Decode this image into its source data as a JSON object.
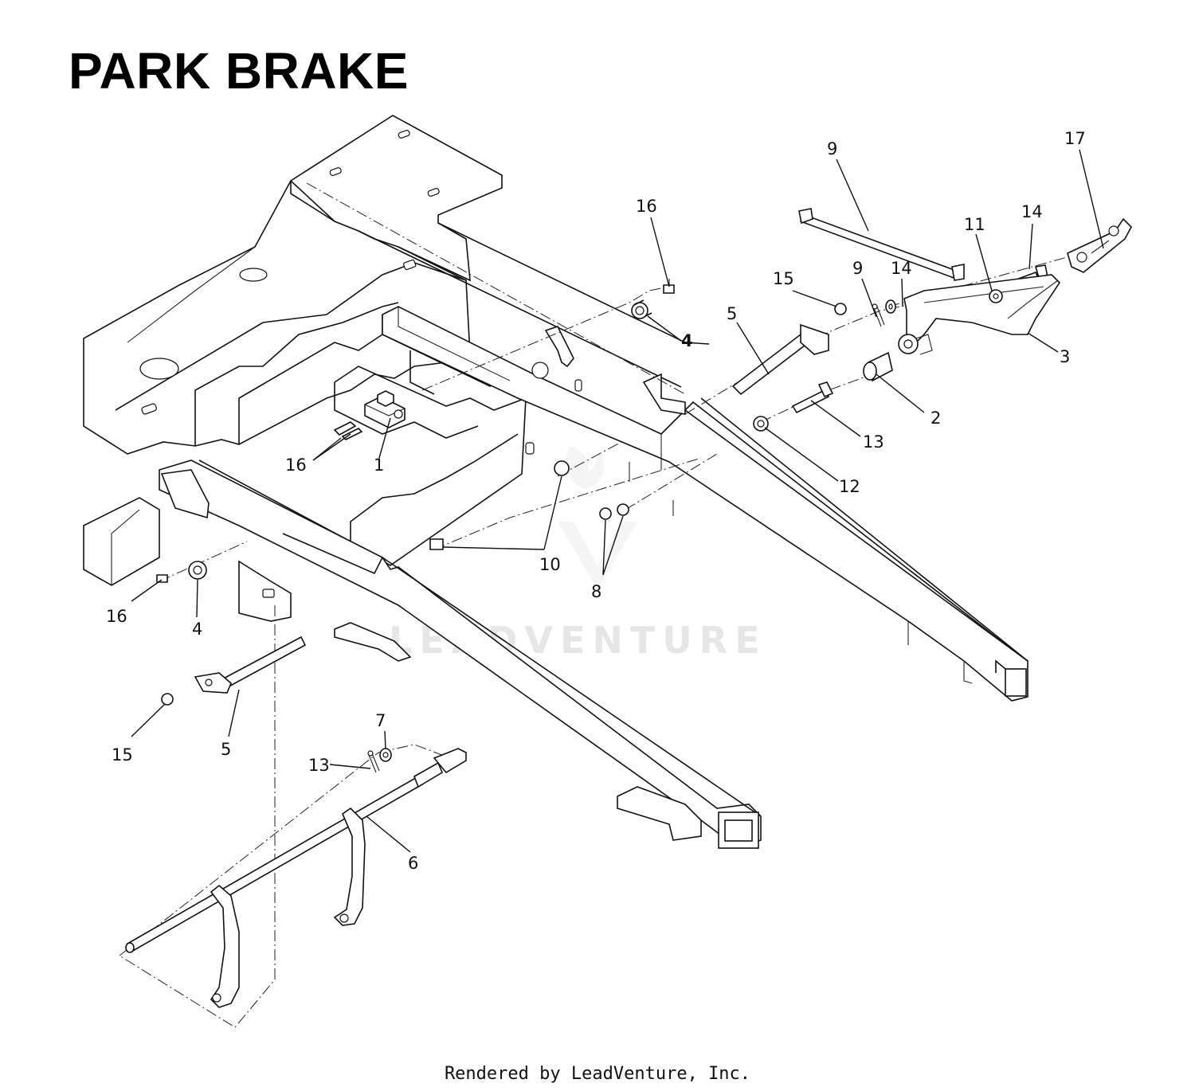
{
  "title": "PARK BRAKE",
  "watermark": "LEADVENTURE",
  "footer": "Rendered by LeadVenture, Inc.",
  "callouts": [
    {
      "id": "c1",
      "text": "1"
    },
    {
      "id": "c2",
      "text": "2"
    },
    {
      "id": "c3",
      "text": "3"
    },
    {
      "id": "c4a",
      "text": "4"
    },
    {
      "id": "c4b",
      "text": "4"
    },
    {
      "id": "c5a",
      "text": "5"
    },
    {
      "id": "c5b",
      "text": "5"
    },
    {
      "id": "c6",
      "text": "6"
    },
    {
      "id": "c7",
      "text": "7"
    },
    {
      "id": "c8",
      "text": "8"
    },
    {
      "id": "c9a",
      "text": "9"
    },
    {
      "id": "c9b",
      "text": "9"
    },
    {
      "id": "c10",
      "text": "10"
    },
    {
      "id": "c11",
      "text": "11"
    },
    {
      "id": "c12",
      "text": "12"
    },
    {
      "id": "c13a",
      "text": "13"
    },
    {
      "id": "c13b",
      "text": "13"
    },
    {
      "id": "c14a",
      "text": "14"
    },
    {
      "id": "c14b",
      "text": "14"
    },
    {
      "id": "c15a",
      "text": "15"
    },
    {
      "id": "c15b",
      "text": "15"
    },
    {
      "id": "c16a",
      "text": "16"
    },
    {
      "id": "c16b",
      "text": "16"
    },
    {
      "id": "c16c",
      "text": "16"
    },
    {
      "id": "c17",
      "text": "17"
    }
  ]
}
